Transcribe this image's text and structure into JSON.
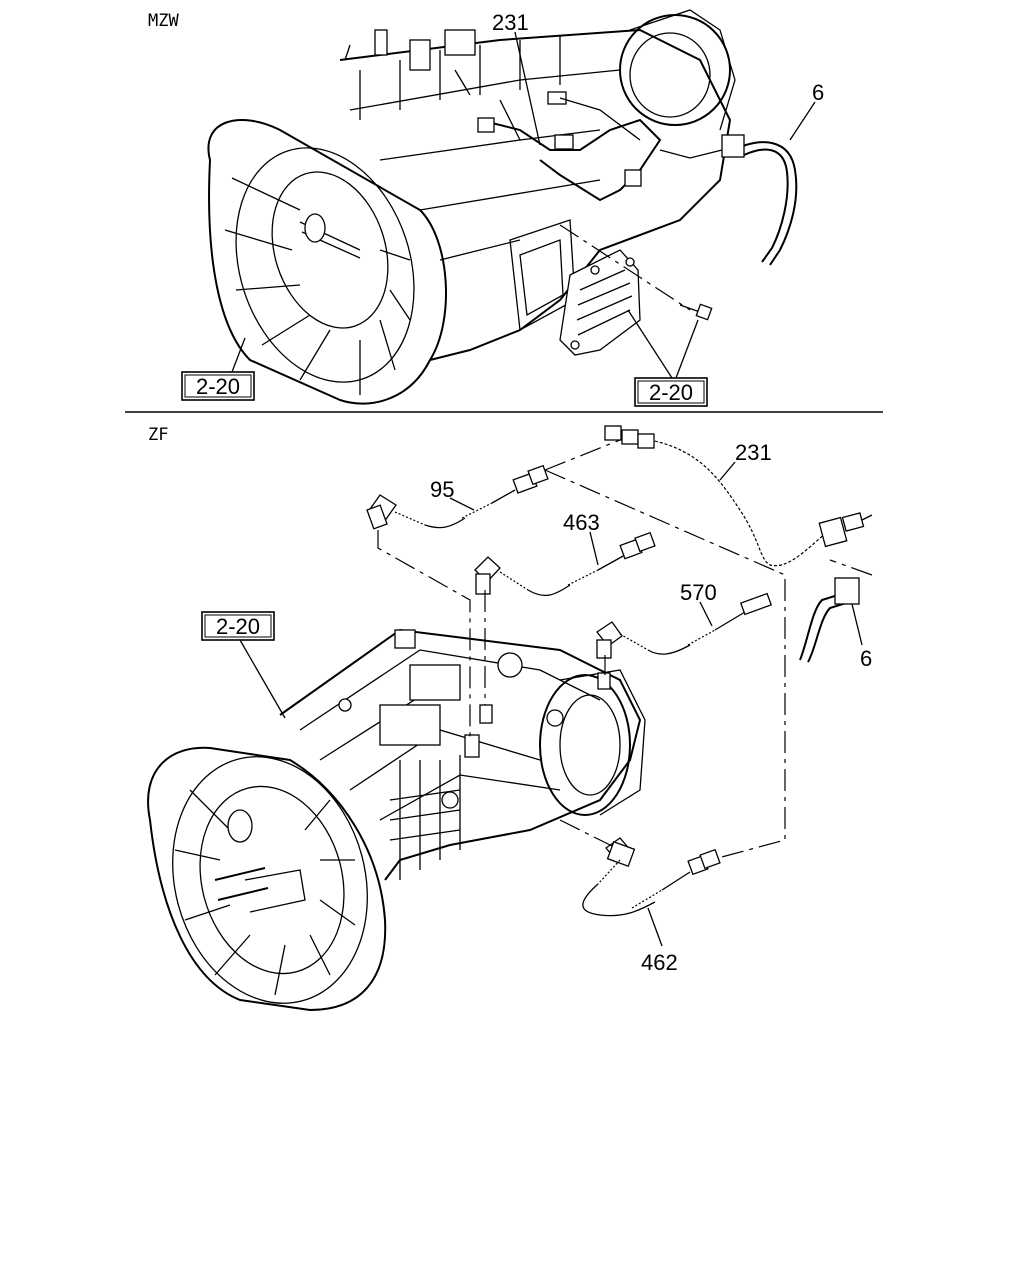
{
  "sections": [
    {
      "name": "MZW",
      "ref_boxes": [
        "2-20",
        "2-20"
      ],
      "callouts": [
        "231",
        "6"
      ]
    },
    {
      "name": "ZF",
      "ref_boxes": [
        "2-20"
      ],
      "callouts": [
        "231",
        "95",
        "463",
        "570",
        "6",
        "462"
      ]
    }
  ],
  "colors": {
    "line": "#000000",
    "background": "#ffffff"
  }
}
